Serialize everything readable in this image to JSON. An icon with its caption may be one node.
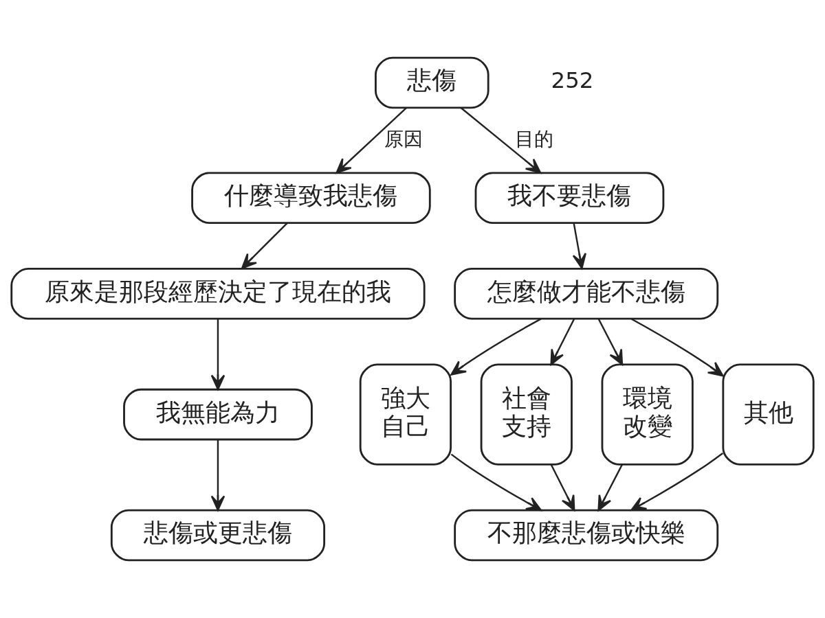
{
  "diagram": {
    "nodes": [
      {
        "text": [
          "悲傷"
        ]
      },
      {
        "text": [
          "什麼導致我悲傷"
        ]
      },
      {
        "text": [
          "原來是那段經歷決定了現在的我"
        ]
      },
      {
        "text": [
          "我無能為力"
        ]
      },
      {
        "text": [
          "悲傷或更悲傷"
        ]
      },
      {
        "text": [
          "我不要悲傷"
        ]
      },
      {
        "text": [
          "怎麼做才能不悲傷"
        ]
      },
      {
        "text": [
          "強大自己"
        ]
      },
      {
        "text": [
          "社會支持"
        ]
      },
      {
        "text": [
          "環境改變"
        ]
      },
      {
        "text": [
          "其他"
        ]
      },
      {
        "text": [
          "不那麼悲傷或快樂"
        ]
      }
    ],
    "edges": [
      {
        "from": 0,
        "to": 1,
        "arrow": "to",
        "label": "原因"
      },
      {
        "from": 0,
        "to": 5,
        "arrow": "to",
        "label": "目的"
      },
      {
        "from": 1,
        "to": 2,
        "arrow": "to"
      },
      {
        "from": 2,
        "to": 3,
        "arrow": "to"
      },
      {
        "from": 3,
        "to": 4,
        "arrow": "to"
      },
      {
        "from": 5,
        "to": 6,
        "arrow": "to"
      },
      {
        "from": 6,
        "to": 7,
        "arrow": "to"
      },
      {
        "from": 6,
        "to": 8,
        "arrow": "to"
      },
      {
        "from": 6,
        "to": 9,
        "arrow": "to"
      },
      {
        "from": 6,
        "to": 10,
        "arrow": "to"
      },
      {
        "from": 7,
        "to": 11,
        "arrow": "to"
      },
      {
        "from": 8,
        "to": 11,
        "arrow": "to"
      },
      {
        "from": 9,
        "to": 11,
        "arrow": "to"
      },
      {
        "from": 10,
        "to": 11,
        "arrow": "to"
      }
    ],
    "labels": [
      "252"
    ]
  }
}
